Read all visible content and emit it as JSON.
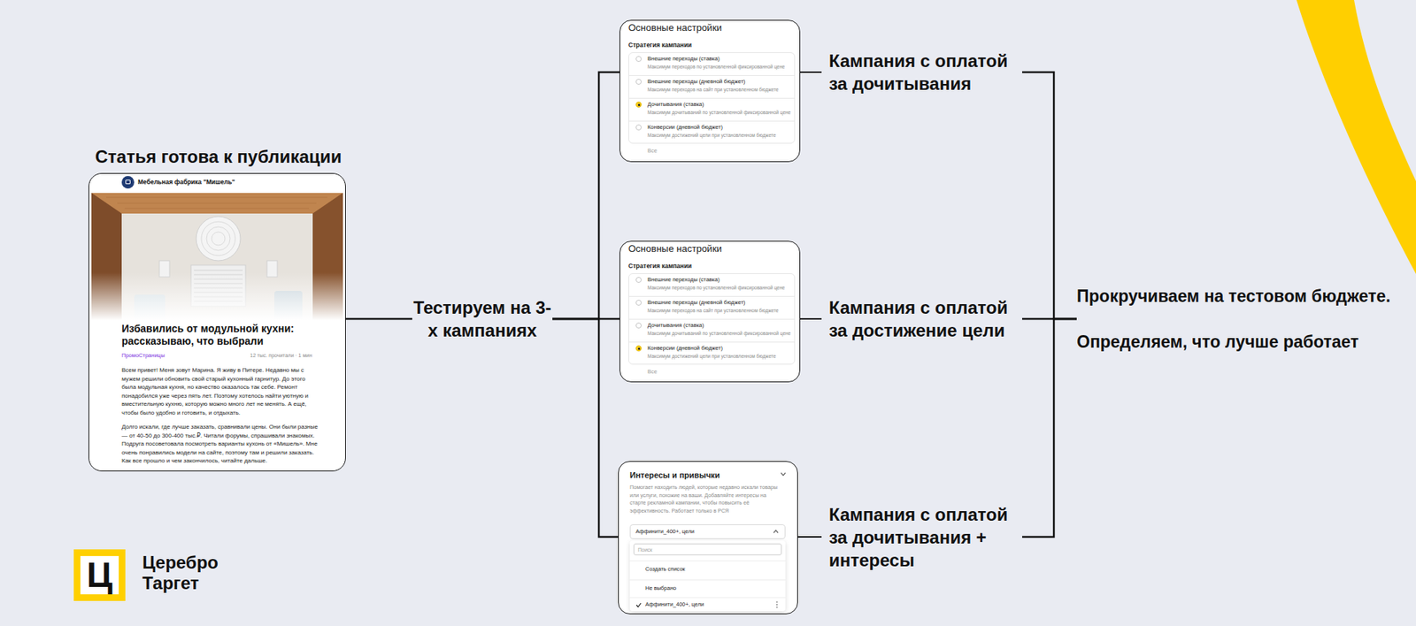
{
  "diagram": {
    "nodes": [
      {
        "text": [
          "Статья готова к публикации",
          "Мебельная фабрика \"Мишель\"",
          "Избавились от модульной кухни: рассказываю, что выбрали",
          "ПромоСтраницы",
          "12 тыс. прочитали · 1 мин",
          "Всем привет! Меня зовут Марина. Я живу в Питере. Недавно мы с мужем решили обновить свой старый кухонный гарнитур. До этого была модульная кухня, но качество оказалось так себе. Ремонт понадобился уже через пять лет. Поэтому хотелось найти уютную и вместительную кухню, которую можно много лет не менять. А ещё, чтобы было удобно и готовить, и отдыхать.",
          "Долго искали, где лучше заказать, сравнивали цены. Они были разные — от 40-50 до 300-400 тыс.₽. Читали форумы, спрашивали знакомых. Подруга посоветовала посмотреть варианты кухонь от «Мишель». Мне очень понравились модели на сайте, поэтому там и решили заказать. Как все прошло и чем закончилось, читайте дальше."
        ]
      },
      {
        "text": [
          "Тестируем на 3-х кампаниях"
        ]
      },
      {
        "text": [
          "Основные настройки",
          "Стратегия кампании",
          "Внешние переходы (ставка)",
          "Максимум переходов по установленной фиксированной цене",
          "Внешние переходы (дневной бюджет)",
          "Максимум переходов на сайт при установленном бюджете",
          "Дочитывания (ставка)",
          "Максимум дочитываний по установленной фиксированной цене",
          "Конверсии (дневной бюджет)",
          "Максимум достижений цели при установленном бюджете",
          "Все",
          "Кампания с оплатой за дочитывания"
        ]
      },
      {
        "text": [
          "Основные настройки",
          "Стратегия кампании",
          "Внешние переходы (ставка)",
          "Максимум переходов по установленной фиксированной цене",
          "Внешние переходы (дневной бюджет)",
          "Максимум переходов на сайт при установленном бюджете",
          "Дочитывания (ставка)",
          "Максимум дочитываний по установленной фиксированной цене",
          "Конверсии (дневной бюджет)",
          "Максимум достижений цели при установленном бюджете",
          "Все",
          "Кампания с оплатой за достижение цели"
        ]
      },
      {
        "text": [
          "Интересы и привычки",
          "Помогает находить людей, которые недавно искали товары или услуги, похожие на ваши. Добавляйте интересы на старте рекламной кампании, чтобы повысить её эффективность. Работает только в РСЯ",
          "Аффинити_400+, цели",
          "Поиск",
          "Создать список",
          "Не выбрано",
          "Аффинити_400+, цели",
          "Кампания с оплатой за дочитывания + интересы"
        ]
      },
      {
        "text": [
          "Прокручиваем на тестовом бюджете.",
          "Определяем, что лучше работает"
        ]
      }
    ],
    "edges": [
      {
        "from": 0,
        "to": 1,
        "arrow": "none"
      },
      {
        "from": 1,
        "to": 2,
        "arrow": "none"
      },
      {
        "from": 1,
        "to": 3,
        "arrow": "none"
      },
      {
        "from": 1,
        "to": 4,
        "arrow": "none"
      },
      {
        "from": 2,
        "to": 5,
        "arrow": "none"
      },
      {
        "from": 3,
        "to": 5,
        "arrow": "none"
      },
      {
        "from": 4,
        "to": 5,
        "arrow": "none"
      }
    ],
    "labels": [
      "Ц",
      "Церебро Таргет"
    ]
  }
}
